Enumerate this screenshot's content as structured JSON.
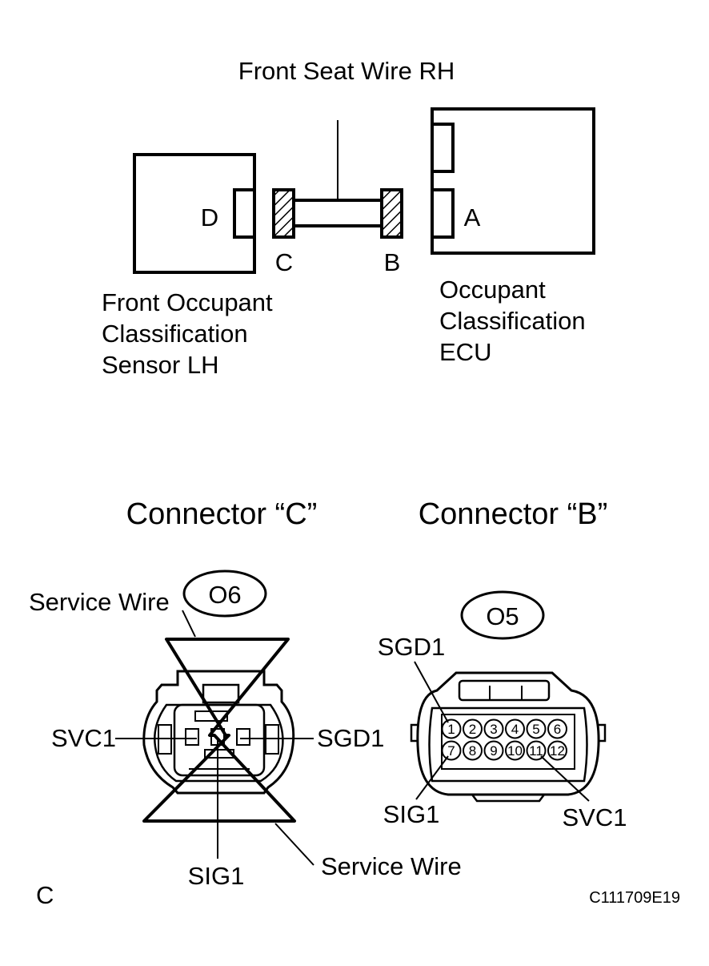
{
  "top": {
    "wire_title": "Front Seat Wire RH",
    "conn_d": "D",
    "conn_c": "C",
    "conn_b": "B",
    "conn_a": "A",
    "sensor_label": [
      "Front Occupant",
      "Classification",
      "Sensor LH"
    ],
    "ecu_label": [
      "Occupant",
      "Classification",
      "ECU"
    ]
  },
  "connector_c": {
    "title": "Connector “C”",
    "code": "O6",
    "service_wire_top": "Service Wire",
    "service_wire_bottom": "Service Wire",
    "svc1": "SVC1",
    "sgd1": "SGD1",
    "sig1": "SIG1"
  },
  "connector_b": {
    "title": "Connector “B”",
    "code": "O5",
    "sgd1": "SGD1",
    "sig1": "SIG1",
    "svc1": "SVC1",
    "pins_row1": [
      "1",
      "2",
      "3",
      "4",
      "5",
      "6"
    ],
    "pins_row2": [
      "7",
      "8",
      "9",
      "10",
      "11",
      "12"
    ]
  },
  "footer": {
    "corner": "C",
    "figure_id": "C111709E19"
  }
}
